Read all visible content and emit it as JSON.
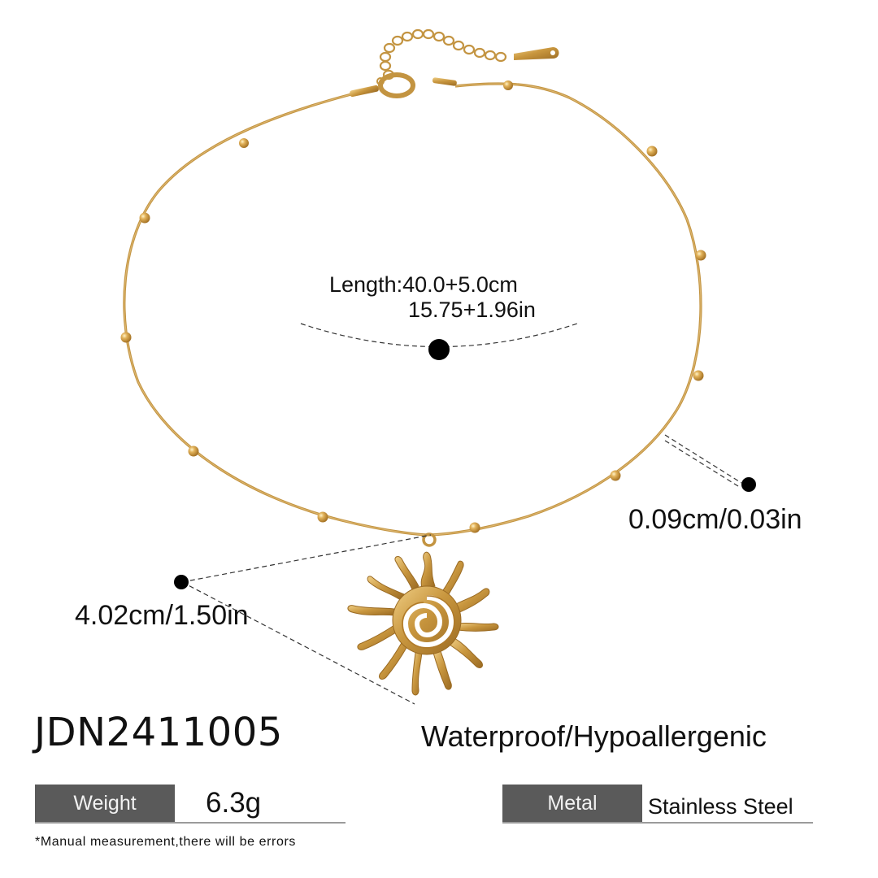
{
  "product": {
    "sku": "JDN2411005",
    "feature": "Waterproof/Hypoallergenic",
    "image_subject": "gold snake chain necklace with satellite beads and spiral sun pendant"
  },
  "dimensions": {
    "length_cm": "Length:40.0+5.0cm",
    "length_in": "15.75+1.96in",
    "chain_thickness": "0.09cm/0.03in",
    "pendant_size": "4.02cm/1.50in"
  },
  "specs": {
    "weight": {
      "label": "Weight",
      "value": "6.3g"
    },
    "metal": {
      "label": "Metal",
      "value": "Stainless Steel"
    }
  },
  "note": "*Manual measurement,there will be errors",
  "colors": {
    "gold": "#c9973f",
    "gold_light": "#e8c57a",
    "gold_dark": "#9a6a22",
    "label_bg": "#5a5a5a",
    "label_text": "#f2f2f2",
    "underline": "#9b9b9b",
    "text": "#111111"
  }
}
